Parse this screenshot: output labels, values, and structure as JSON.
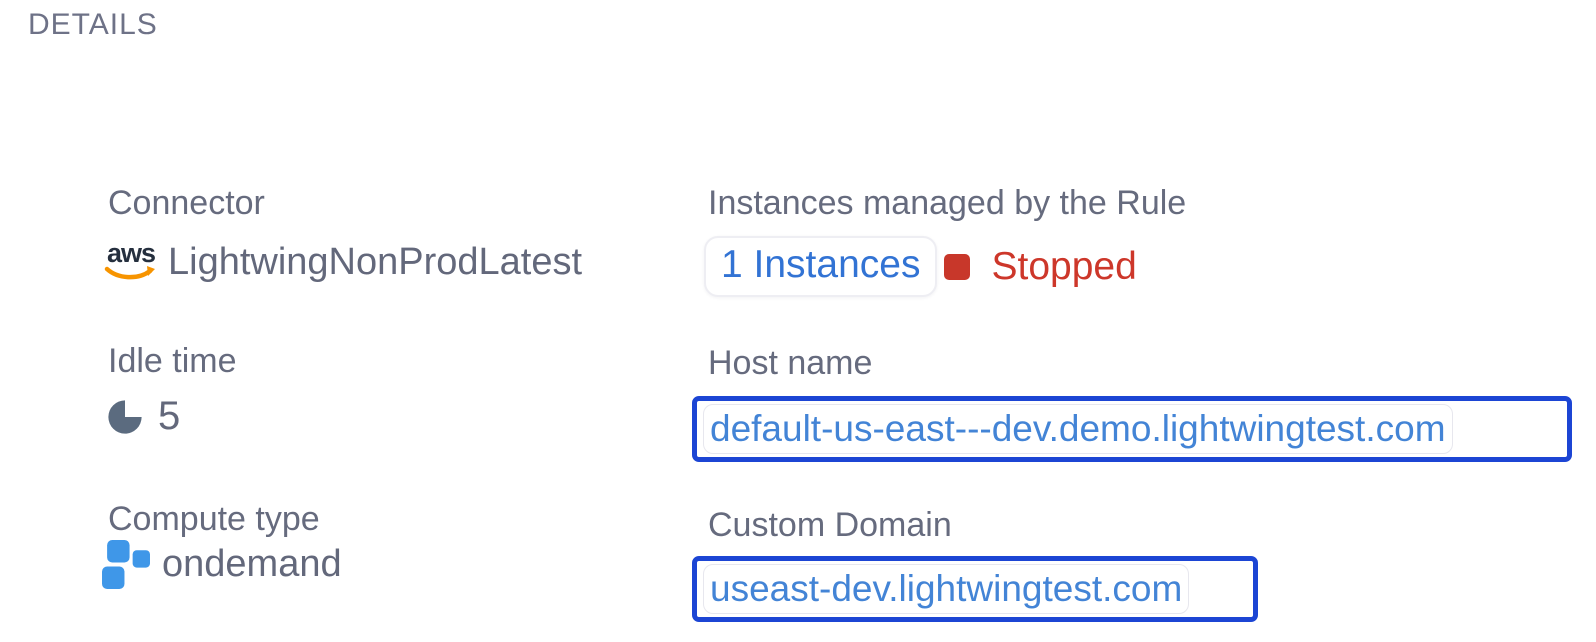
{
  "section_title": "DETAILS",
  "colors": {
    "label_gray": "#666b7e",
    "value_gray": "#63687b",
    "link_blue": "#3273d4",
    "box_link_blue": "#4384d6",
    "focus_border_blue": "#1c45d4",
    "status_red": "#cd372a",
    "aws_navy": "#252f3e",
    "aws_orange": "#f79400",
    "compute_icon_blue": "#3f97e8",
    "pie_icon_slate": "#5b6b7f"
  },
  "fields": {
    "connector": {
      "label": "Connector",
      "icon_text": "aws",
      "value": "LightwingNonProdLatest"
    },
    "idle_time": {
      "label": "Idle time",
      "value": "5"
    },
    "compute_type": {
      "label": "Compute type",
      "value": "ondemand"
    },
    "instances": {
      "label": "Instances managed by the Rule",
      "link": "1 Instances",
      "status": "Stopped"
    },
    "host_name": {
      "label": "Host name",
      "value": "default-us-east---dev.demo.lightwingtest.com"
    },
    "custom_domain": {
      "label": "Custom Domain",
      "value": "useast-dev.lightwingtest.com"
    }
  }
}
